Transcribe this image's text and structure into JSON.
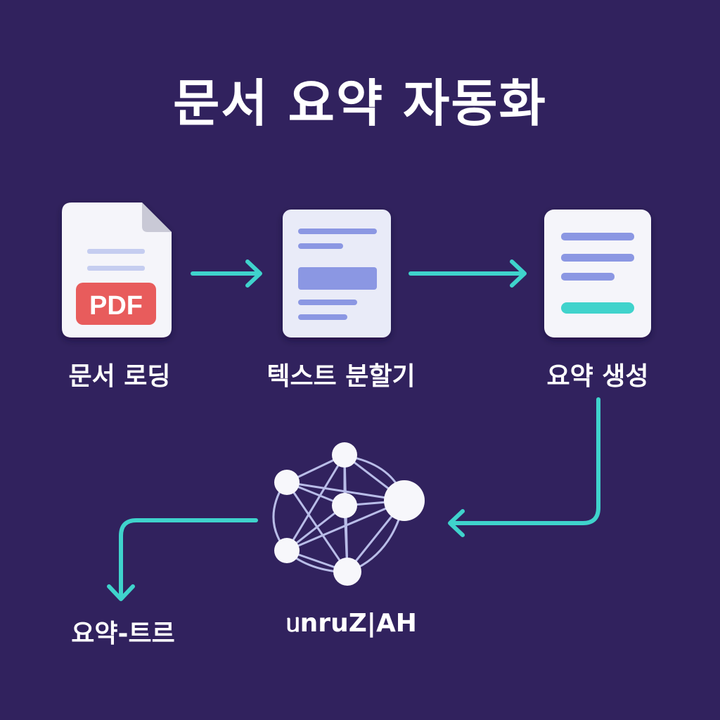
{
  "title": "문서 요약 자동화",
  "steps": {
    "document_load": {
      "label": "문서 로딩",
      "badge": "PDF"
    },
    "text_splitter": {
      "label": "텍스트 분할기"
    },
    "summary_generate": {
      "label": "요약 생성"
    },
    "model": {
      "label": "ᥙnruZ|AH"
    },
    "summary_chain": {
      "label": "요약-트르"
    }
  },
  "colors": {
    "background": "#31225e",
    "arrow": "#3fd3cc",
    "pdf_badge": "#e85b5b",
    "doc_line": "#8b97e3",
    "highlight_line": "#3fd3cc"
  },
  "icons": {
    "document": "pdf-file-icon",
    "splitter": "text-document-icon",
    "summary": "summary-document-icon",
    "model": "neural-network-icon"
  }
}
